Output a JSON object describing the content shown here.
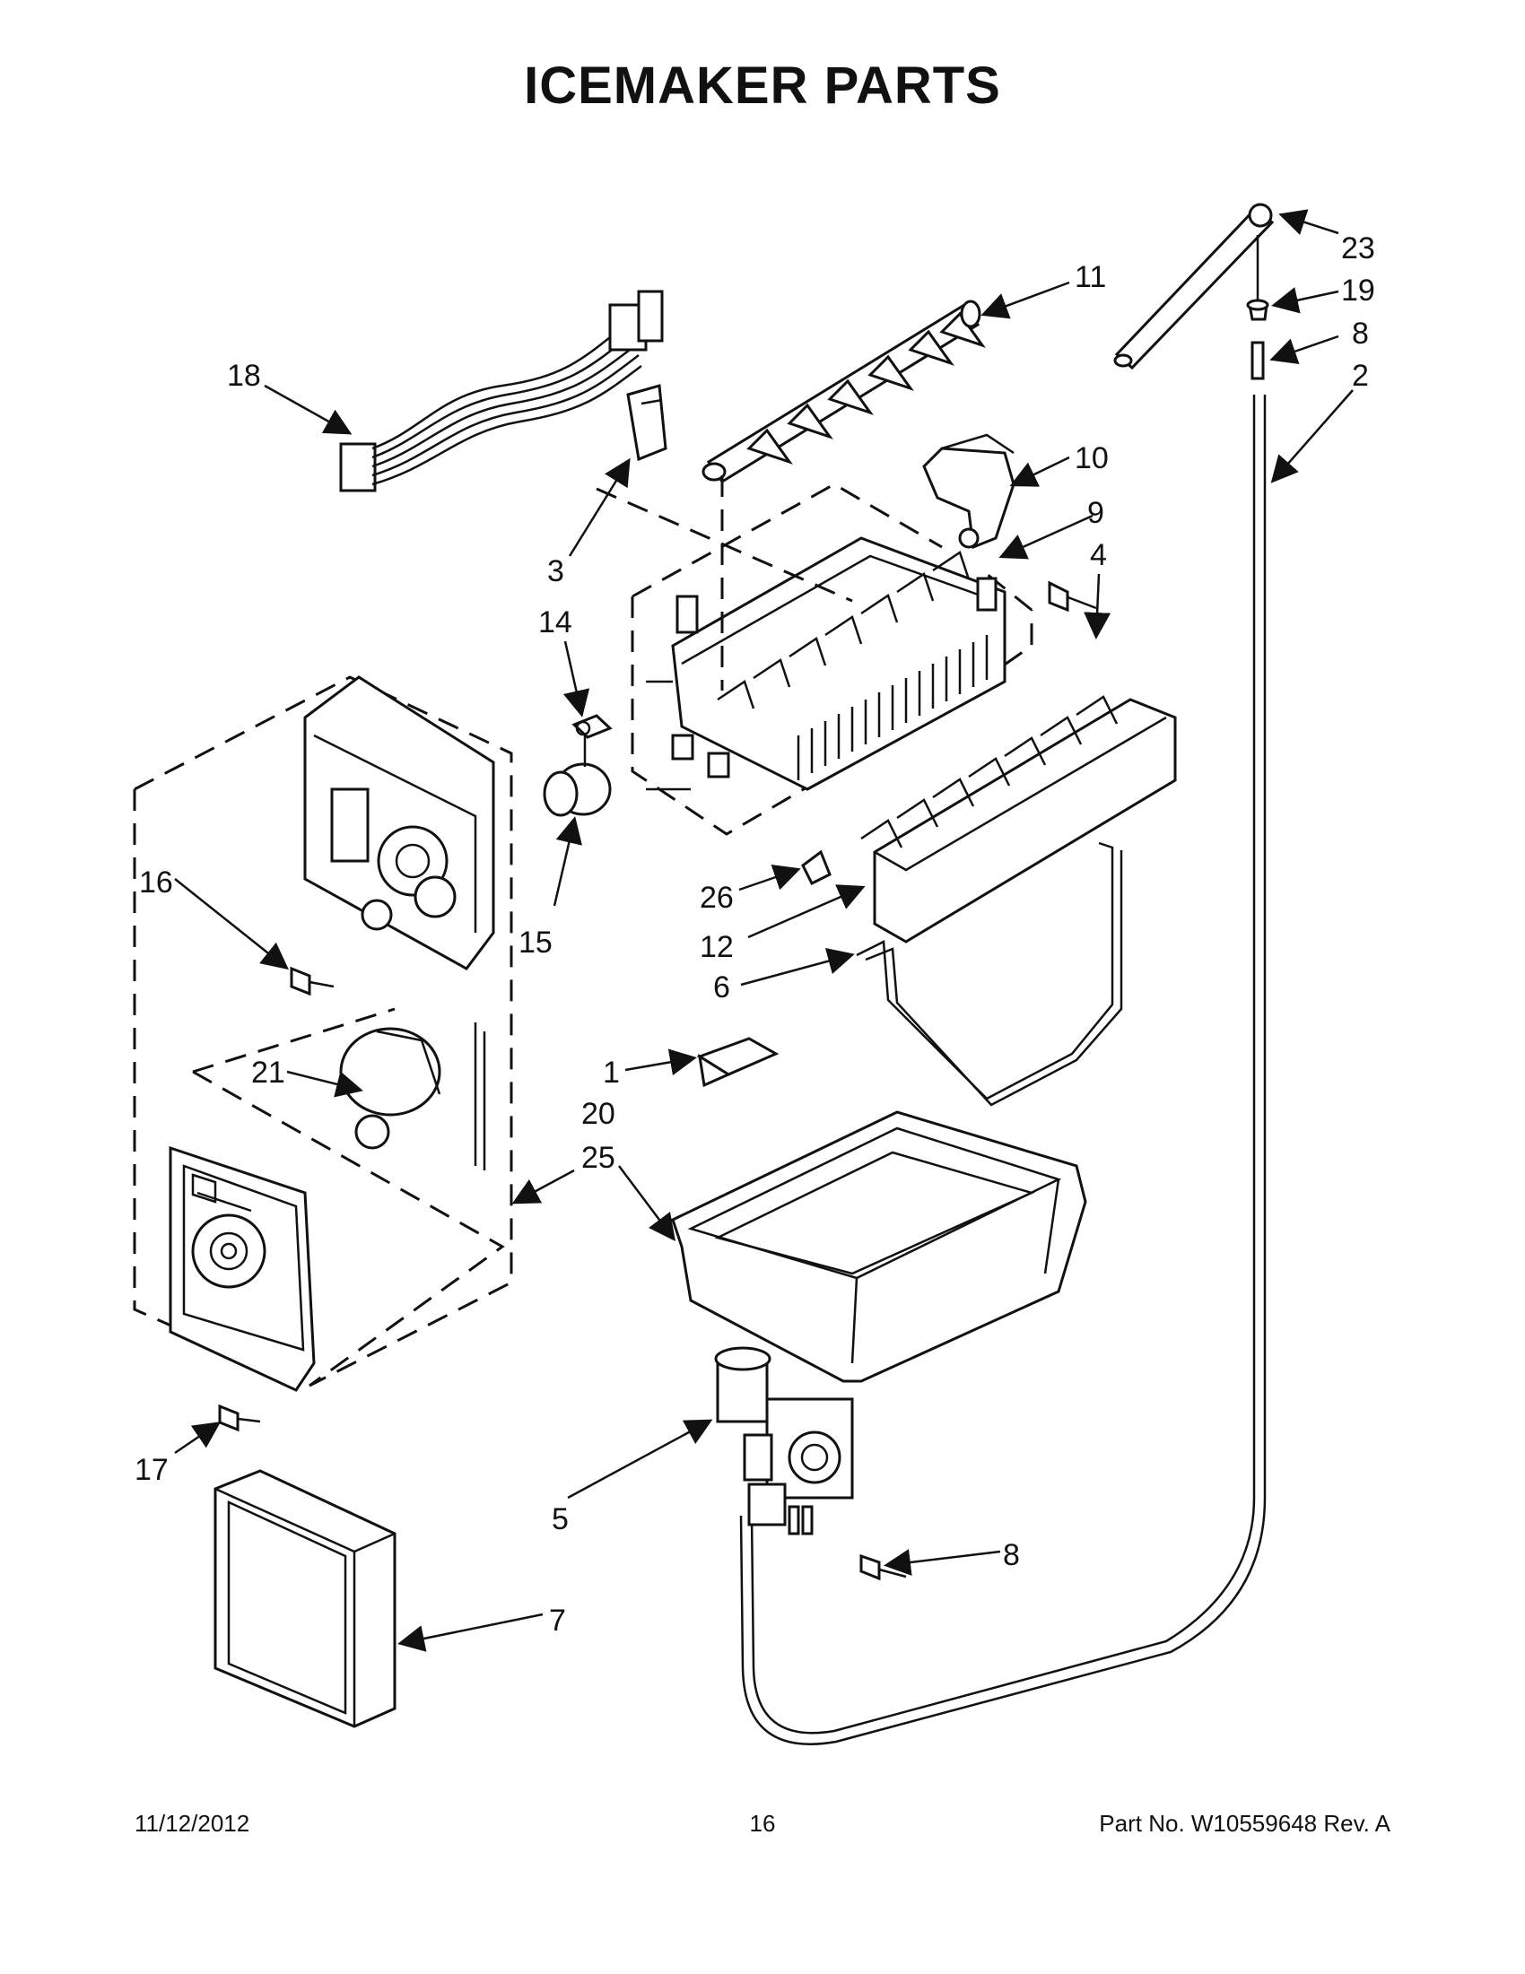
{
  "title": "ICEMAKER PARTS",
  "footer": {
    "date": "11/12/2012",
    "page": "16",
    "part_no": "Part No.  W10559648  Rev.  A"
  },
  "callouts": {
    "c23": "23",
    "c11": "11",
    "c19": "19",
    "c8a": "8",
    "c2": "2",
    "c18": "18",
    "c10": "10",
    "c3": "3",
    "c9": "9",
    "c4": "4",
    "c14": "14",
    "c16": "16",
    "c15": "15",
    "c26": "26",
    "c12": "12",
    "c6": "6",
    "c21": "21",
    "c1": "1",
    "c20": "20",
    "c25": "25",
    "c17": "17",
    "c5": "5",
    "c8b": "8",
    "c7": "7"
  }
}
